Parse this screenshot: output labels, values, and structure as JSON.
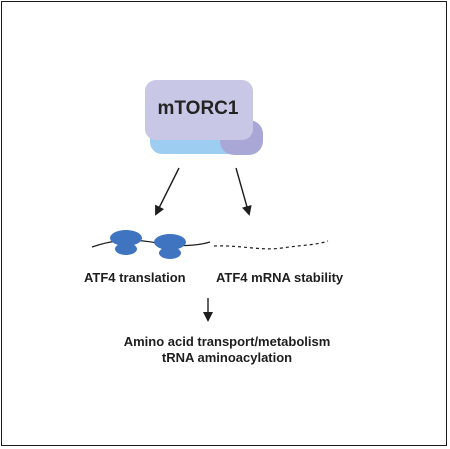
{
  "complex": {
    "name": "mTORC1"
  },
  "effects": {
    "translation_label": "ATF4 translation",
    "stability_label": "ATF4 mRNA stability"
  },
  "outcomes": [
    "Amino acid transport/metabolism",
    "tRNA aminoacylation"
  ],
  "colors": {
    "complex_main": "#c8c8e6",
    "complex_light_blue": "#9dcdf0",
    "complex_purple": "#a9a7d6",
    "ribosome": "#3f74c0",
    "line": "#1e1e1e"
  }
}
